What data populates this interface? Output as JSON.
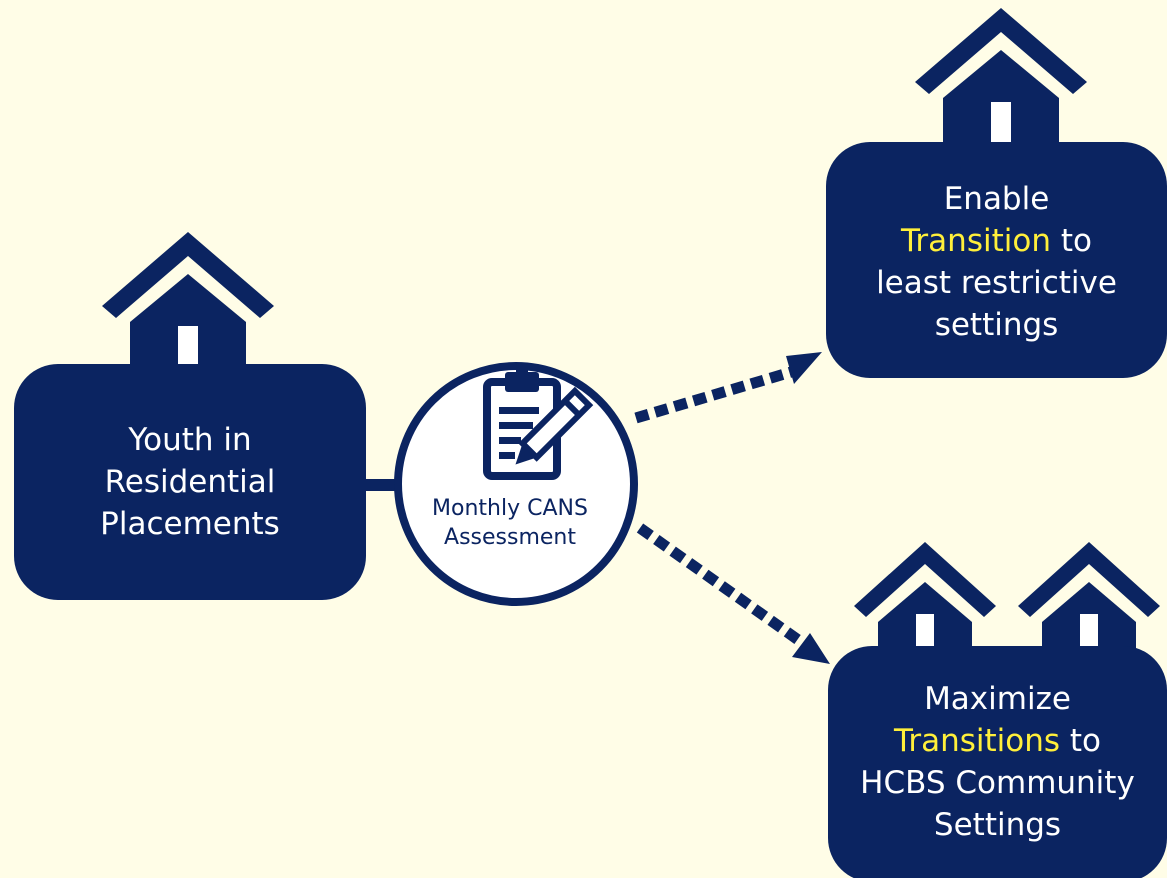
{
  "colors": {
    "background": "#fffde7",
    "navy": "#0b2461",
    "highlight": "#ffef3a",
    "text": "#ffffff"
  },
  "youth_box": {
    "line1": "Youth in",
    "line2": "Residential",
    "line3": "Placements",
    "icon": "house-icon"
  },
  "assessment": {
    "line1": "Monthly CANS",
    "line2": "Assessment",
    "icon": "clipboard-pencil-icon"
  },
  "enable_box": {
    "line1": "Enable",
    "highlight": "Transition",
    "line2_rest": " to",
    "line3": "least restrictive",
    "line4": "settings",
    "icon": "house-icon"
  },
  "maximize_box": {
    "line1": "Maximize",
    "highlight": "Transitions",
    "line2_rest": " to",
    "line3": "HCBS Community",
    "line4": "Settings",
    "icon": "two-houses-icon"
  }
}
